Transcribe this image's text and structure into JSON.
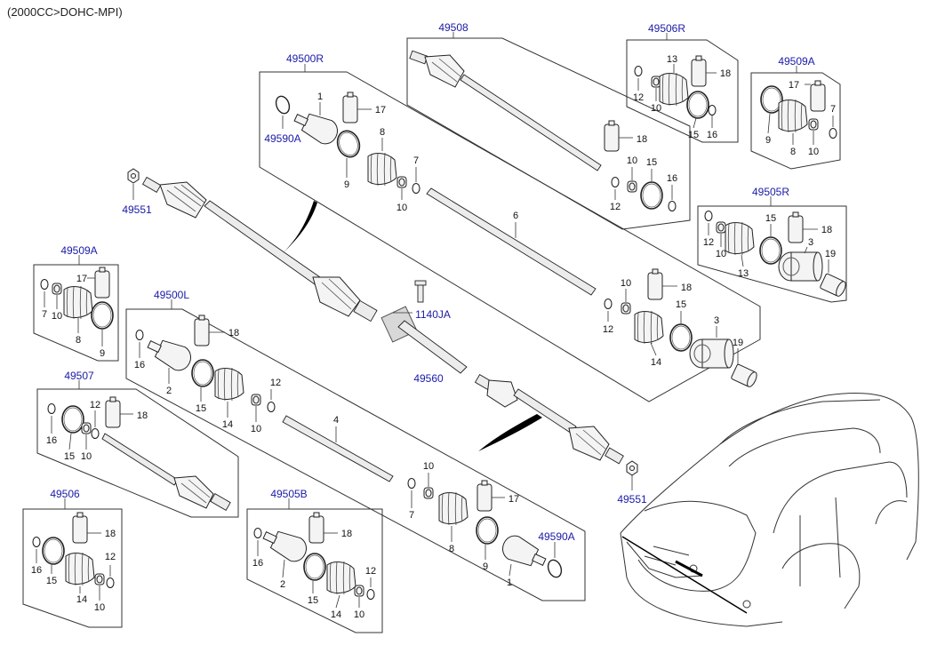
{
  "header": "(2000CC>DOHC-MPI)",
  "refs": {
    "r49500R": "49500R",
    "r49508": "49508",
    "r49506R": "49506R",
    "r49509A_top": "49509A",
    "r49505R": "49505R",
    "r49551_left": "49551",
    "r49590A_top": "49590A",
    "r49509A_left": "49509A",
    "r49500L": "49500L",
    "r1140JA": "1140JA",
    "r49560": "49560",
    "r49507": "49507",
    "r49506": "49506",
    "r49505B": "49505B",
    "r49590A_bottom": "49590A",
    "r49551_right": "49551"
  },
  "part_numbers": {
    "n1": "1",
    "n2": "2",
    "n3": "3",
    "n4": "4",
    "n6": "6",
    "n7": "7",
    "n8": "8",
    "n9": "9",
    "n10": "10",
    "n12": "12",
    "n13": "13",
    "n14": "14",
    "n15": "15",
    "n16": "16",
    "n17": "17",
    "n18": "18",
    "n19": "19"
  },
  "colors": {
    "ref_text": "#1a1aa8",
    "line": "#222222",
    "part_fill": "#f4f4f4"
  }
}
